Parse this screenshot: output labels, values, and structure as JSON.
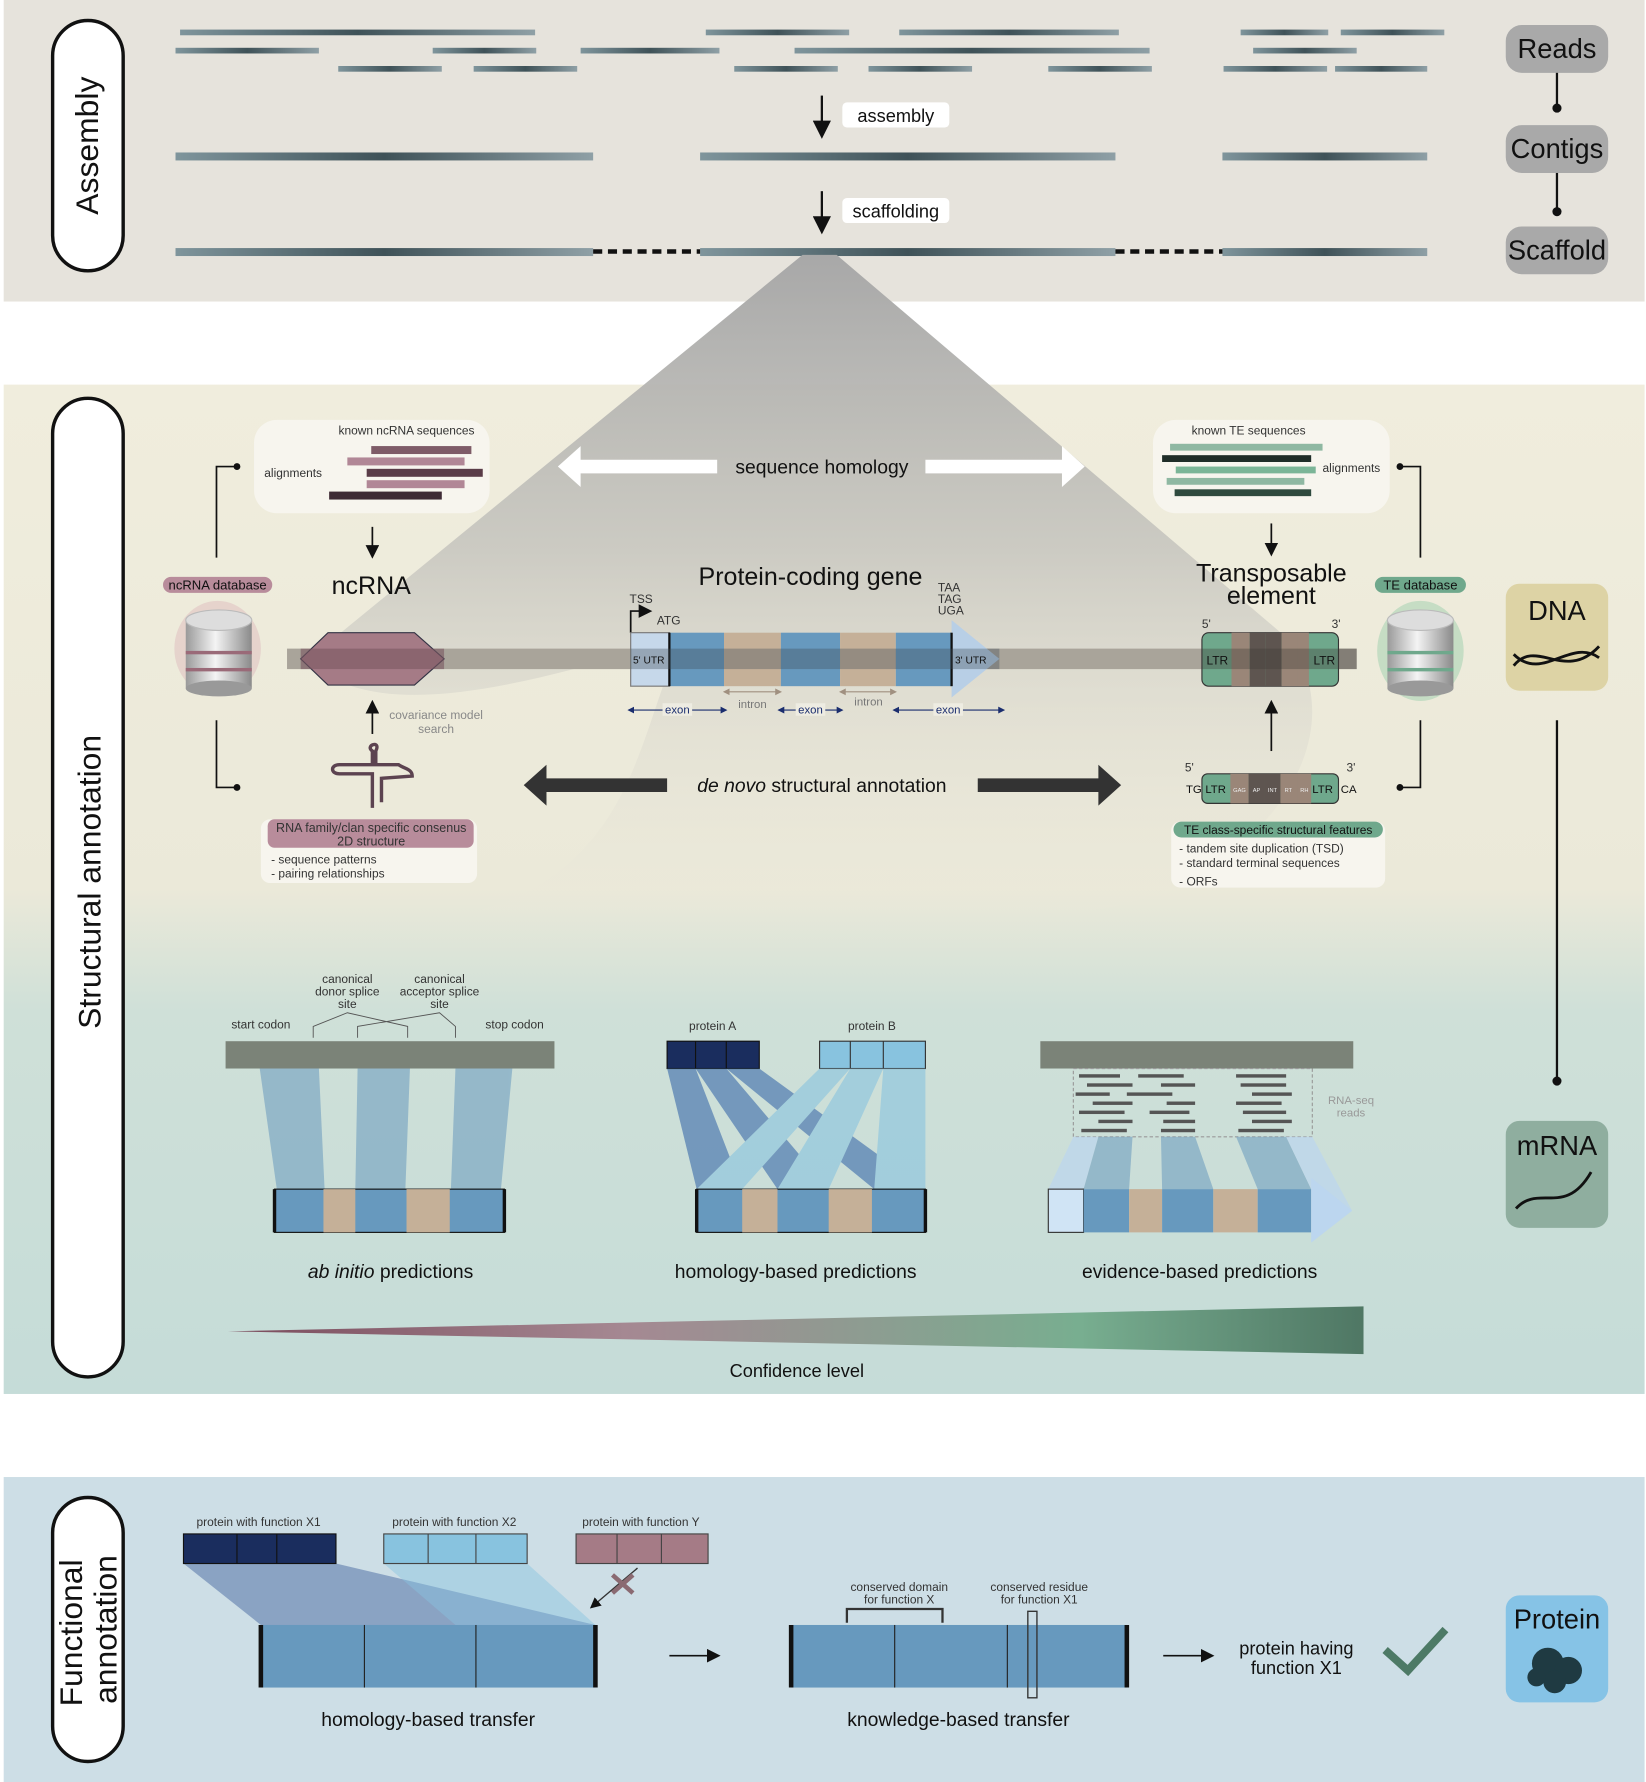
{
  "assembly": {
    "section_label": "Assembly",
    "step_assembly": "assembly",
    "step_scaffolding": "scaffolding",
    "stages": [
      "Reads",
      "Contigs",
      "Scaffold"
    ]
  },
  "structural": {
    "section_label": "Structural annotation",
    "sequence_homology": "sequence homology",
    "de_novo_italic": "de novo",
    "de_novo_rest": " structural annotation",
    "ncrna": {
      "title": "ncRNA",
      "database": "ncRNA database",
      "known_sequences": "known ncRNA sequences",
      "alignments": "alignments",
      "covariance_line1": "covariance model",
      "covariance_line2": "search",
      "consensus_line1": "RNA family/clan specific consenus",
      "consensus_line2": "2D structure",
      "features": [
        "- sequence patterns",
        "- pairing relationships"
      ]
    },
    "gene": {
      "title": "Protein-coding gene",
      "tss": "TSS",
      "atg": "ATG",
      "stop_codons": [
        "TAA",
        "TAG",
        "UGA"
      ],
      "utr5": "5' UTR",
      "utr3": "3' UTR",
      "exon": "exon",
      "intron": "intron"
    },
    "te": {
      "title_line1": "Transposable",
      "title_line2": "element",
      "database": "TE database",
      "known_sequences": "known TE sequences",
      "alignments": "alignments",
      "five_prime": "5'",
      "three_prime": "3'",
      "ltr": "LTR",
      "tg": "TG",
      "ca": "CA",
      "domains": [
        "GAG",
        "AP",
        "INT",
        "RT",
        "RH"
      ],
      "features_title": "TE class-specific structural features",
      "features": [
        "- tandem site duplication (TSD)",
        "- standard terminal sequences",
        "- ORFs"
      ]
    },
    "predictions": {
      "start_codon": "start codon",
      "stop_codon": "stop codon",
      "donor": [
        "canonical",
        "donor splice",
        "site"
      ],
      "acceptor": [
        "canonical",
        "acceptor splice",
        "site"
      ],
      "protein_a": "protein A",
      "protein_b": "protein B",
      "rnaseq": [
        "RNA-seq",
        "reads"
      ],
      "ab_initio_italic": "ab initio",
      "ab_initio_rest": " predictions",
      "homology": "homology-based predictions",
      "evidence": "evidence-based predictions"
    },
    "confidence": "Confidence level",
    "dna_label": "DNA",
    "mrna_label": "mRNA"
  },
  "functional": {
    "section_label_line1": "Functional",
    "section_label_line2": "annotation",
    "protein_x1": "protein with function X1",
    "protein_x2": "protein with function X2",
    "protein_y": "protein with function Y",
    "conserved_domain": [
      "conserved domain",
      "for function X"
    ],
    "conserved_residue": [
      "conserved residue",
      "for function X1"
    ],
    "homology_transfer": "homology-based transfer",
    "knowledge_transfer": "knowledge-based transfer",
    "result": [
      "protein having",
      "function X1"
    ],
    "protein_label": "Protein"
  },
  "colors": {
    "ncrna": "#a57b86",
    "te": "#6fa88c",
    "exon": "#6799be",
    "intron": "#c5b098",
    "dark_protein": "#1a2d5e",
    "light_protein": "#88c3df"
  }
}
